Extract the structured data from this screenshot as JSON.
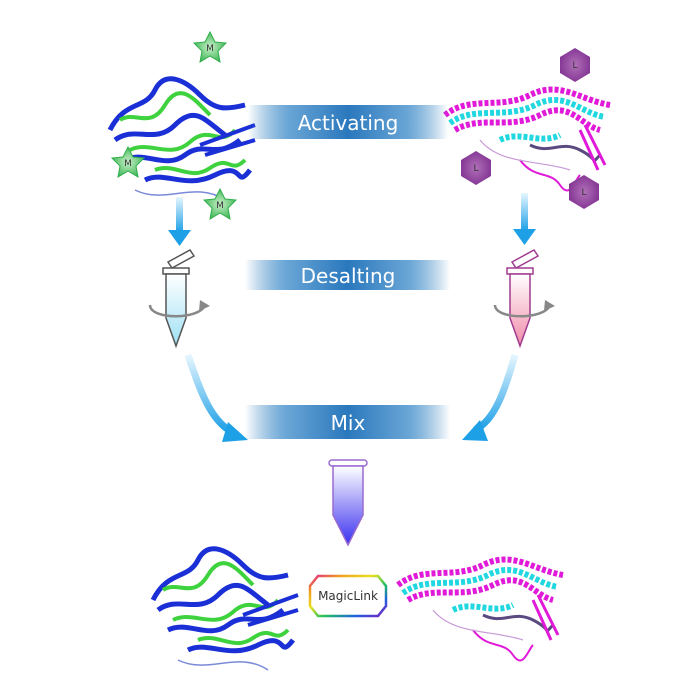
{
  "steps": {
    "activating": "Activating",
    "desalting": "Desalting",
    "mix": "Mix"
  },
  "linker_label": "MagicLink",
  "reagents": {
    "left_symbol": "M",
    "right_symbol": "L"
  },
  "colors": {
    "banner": "#2f7fc0",
    "protein_left_a": "#1a2fd6",
    "protein_left_b": "#3fd23f",
    "protein_right_a": "#e01ad8",
    "protein_right_b": "#22d8e0",
    "star": "#3cbf5a",
    "hexagon": "#8e3b9c",
    "arrow": "#2aa7e6",
    "mix_tube": "#4a3cf0"
  }
}
